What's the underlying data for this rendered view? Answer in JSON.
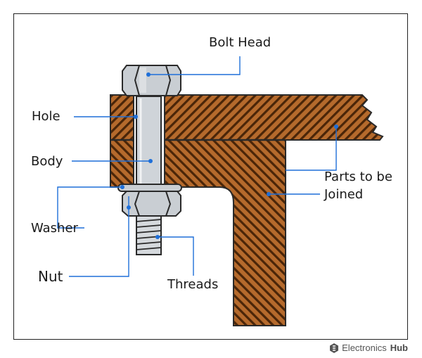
{
  "labels": {
    "bolt_head": "Bolt Head",
    "hole": "Hole",
    "body": "Body",
    "parts_line1": "Parts to be",
    "parts_line2": "Joined",
    "washer": "Washer",
    "nut": "Nut",
    "threads": "Threads"
  },
  "brand": {
    "name": "Electronics",
    "suffix": "Hub",
    "icon": "electronicshub-logo-icon"
  },
  "colors": {
    "wood": "#b56a2c",
    "hatch": "#4a2508",
    "steel": "#c9ced3",
    "outline": "#2a2a2a",
    "leader": "#1e6fd9"
  }
}
